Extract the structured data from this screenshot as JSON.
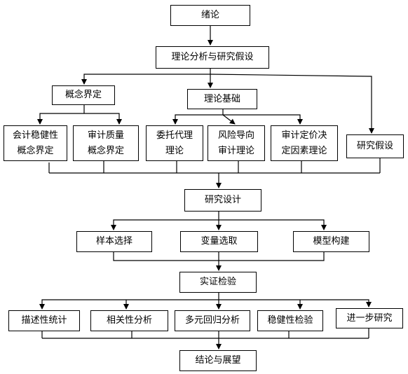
{
  "nodes": {
    "intro": "绪论",
    "theory_hypothesis": "理论分析与研究假设",
    "concept_def": "概念界定",
    "theory_basis": "理论基础",
    "acc_robust_line1": "会计稳健性",
    "acc_robust_line2": "概念界定",
    "audit_quality_line1": "审计质量",
    "audit_quality_line2": "概念界定",
    "agency_line1": "委托代理",
    "agency_line2": "理论",
    "risk_oriented_line1": "风险导向",
    "risk_oriented_line2": "审计理论",
    "audit_pricing_line1": "审计定价决",
    "audit_pricing_line2": "定因素理论",
    "hypothesis": "研究假设",
    "research_design": "研究设计",
    "sample_selection": "样本选择",
    "variable_selection": "变量选取",
    "model_building": "模型构建",
    "empirical_test": "实证检验",
    "descriptive_stats": "描述性统计",
    "correlation_analysis": "相关性分析",
    "multiple_regression": "多元回归分析",
    "robustness_test": "稳健性检验",
    "further_research": "进一步研究",
    "conclusion": "结论与展望"
  }
}
